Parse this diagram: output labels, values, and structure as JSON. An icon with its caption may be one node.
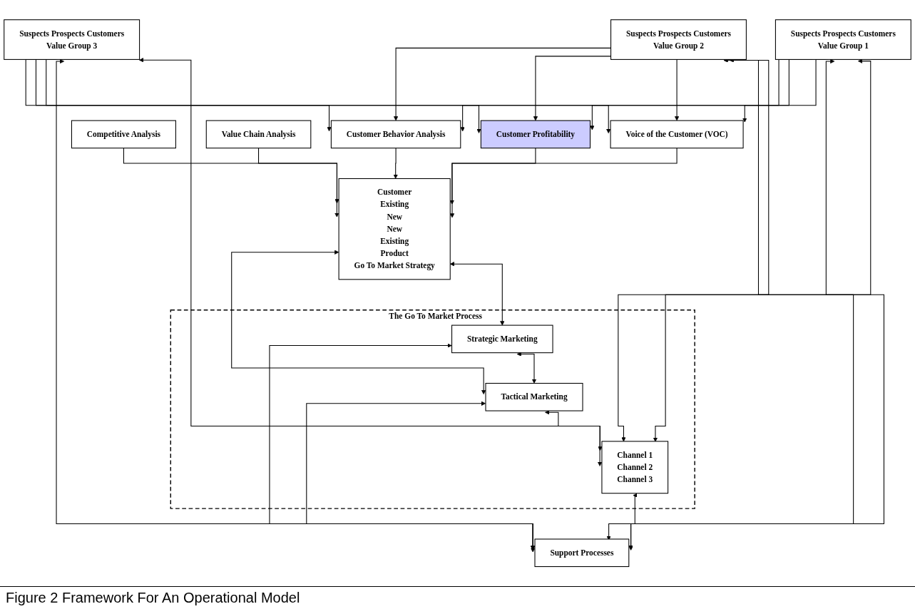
{
  "diagram": {
    "caption": "Figure 2 Framework For An Operational Model",
    "nodes": [
      {
        "text": [
          "Voice of the Customer (VOC)"
        ]
      },
      {
        "text": [
          "Competitive Analysis"
        ]
      },
      {
        "text": [
          "Customer",
          "Existing",
          "New",
          "New",
          "Existing",
          "Product",
          "Go To Market Strategy"
        ]
      },
      {
        "text": [
          "Customer Profitability"
        ]
      },
      {
        "text": [
          "Value Chain Analysis"
        ]
      },
      {
        "text": [
          "Customer Behavior Analysis"
        ]
      },
      {
        "text": [
          "The Go To Market Process"
        ]
      },
      {
        "text": [
          "Strategic Marketing"
        ],
        "in": 6
      },
      {
        "text": [
          "Tactical Marketing"
        ],
        "in": 6
      },
      {
        "text": [
          "Channel 1",
          "Channel 2",
          "Channel 3"
        ],
        "in": 6
      },
      {
        "text": [
          "Support Processes"
        ]
      },
      {
        "text": [
          "Suspects Prospects Customers",
          "Value Group 1"
        ]
      },
      {
        "text": [
          "Suspects Prospects Customers",
          "Value Group 2"
        ]
      },
      {
        "text": [
          "Suspects Prospects Customers",
          "Value Group 3"
        ]
      }
    ],
    "edges": [
      {
        "from": 0,
        "to": 2,
        "arrow": "to"
      },
      {
        "from": 1,
        "to": 2,
        "arrow": "to"
      },
      {
        "from": 3,
        "to": 2,
        "arrow": "to"
      },
      {
        "from": 4,
        "to": 2,
        "arrow": "to"
      },
      {
        "from": 5,
        "to": 2,
        "arrow": "to"
      },
      {
        "from": 2,
        "to": 7,
        "arrow": "both"
      },
      {
        "from": 2,
        "to": 8,
        "arrow": "both"
      },
      {
        "from": 7,
        "to": 8,
        "arrow": "both"
      },
      {
        "from": 8,
        "to": 9,
        "arrow": "both"
      },
      {
        "from": 7,
        "to": 10,
        "arrow": "both"
      },
      {
        "from": 8,
        "to": 10,
        "arrow": "both"
      },
      {
        "from": 9,
        "to": 10,
        "arrow": "both"
      },
      {
        "from": 9,
        "to": 11,
        "arrow": "both"
      },
      {
        "from": 9,
        "to": 12,
        "arrow": "both"
      },
      {
        "from": 9,
        "to": 13,
        "arrow": "both"
      },
      {
        "from": 10,
        "to": 11,
        "arrow": "both"
      },
      {
        "from": 10,
        "to": 12,
        "arrow": "both"
      },
      {
        "from": 10,
        "to": 13,
        "arrow": "both"
      },
      {
        "from": 11,
        "to": 0,
        "arrow": "to"
      },
      {
        "from": 12,
        "to": 0,
        "arrow": "to"
      },
      {
        "from": 13,
        "to": 0,
        "arrow": "to"
      },
      {
        "from": 11,
        "to": 3,
        "arrow": "to"
      },
      {
        "from": 12,
        "to": 3,
        "arrow": "to"
      },
      {
        "from": 13,
        "to": 3,
        "arrow": "to"
      },
      {
        "from": 11,
        "to": 5,
        "arrow": "to"
      },
      {
        "from": 12,
        "to": 5,
        "arrow": "to"
      },
      {
        "from": 13,
        "to": 5,
        "arrow": "to"
      }
    ]
  }
}
